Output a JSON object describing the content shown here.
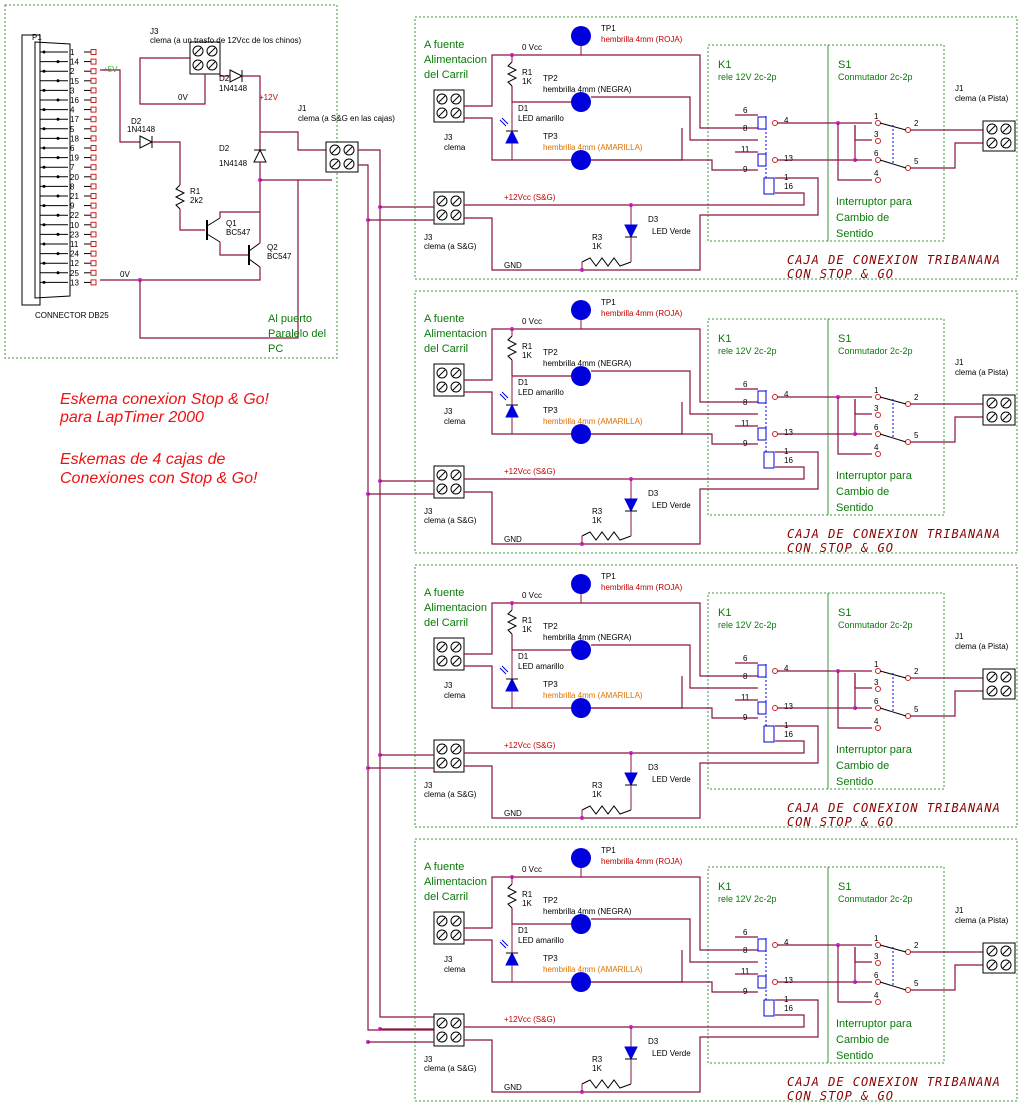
{
  "title": {
    "line1": "Eskema conexion Stop & Go!",
    "line2": "para LapTimer 2000",
    "line3": "Eskemas de 4 cajas de",
    "line4": "Conexiones con Stop & Go!"
  },
  "interface": {
    "p1_label": "P1",
    "connector_label": "CONNECTOR DB25",
    "pins": [
      "1",
      "14",
      "2",
      "15",
      "3",
      "16",
      "4",
      "17",
      "5",
      "18",
      "6",
      "19",
      "7",
      "20",
      "8",
      "21",
      "9",
      "22",
      "10",
      "23",
      "11",
      "24",
      "12",
      "25",
      "13"
    ],
    "plus5": "+5V",
    "zero_v_1": "0V",
    "zero_v_2": "0V",
    "plus12": "+12V",
    "j3_top_label": "J3",
    "j3_top_desc": "clema (a un trasfo de 12Vcc de los chinos)",
    "d2a_label": "D2",
    "d2a_part": "1N4148",
    "d2b_label": "D2",
    "d2b_part": "1N4148",
    "d2c_label": "D2",
    "d2c_part": "1N4148",
    "r1_label": "R1",
    "r1_value": "2k2",
    "q1_label": "Q1",
    "q1_part": "BC547",
    "q2_label": "Q2",
    "q2_part": "BC547",
    "j1_label": "J1",
    "j1_desc": "clema (a S&G en las cajas)",
    "note1": "Al puerto",
    "note2": "Paralelo del",
    "note3": "PC"
  },
  "box": {
    "fuente1": "A fuente",
    "fuente2": "Alimentacion",
    "fuente3": "del Carril",
    "zero_vcc": "0 Vcc",
    "tp1_label": "TP1",
    "tp1_desc": "hembrilla 4mm (ROJA)",
    "tp2_label": "TP2",
    "tp2_desc": "hembrilla 4mm (NEGRA)",
    "tp3_label": "TP3",
    "tp3_desc": "hembrilla 4mm (AMARILLA)",
    "r1_label": "R1",
    "r1_value": "1K",
    "d1_label": "D1",
    "d1_desc": "LED amarillo",
    "j3_label": "J3",
    "j3_desc": "clema",
    "j3b_label": "J3",
    "j3b_desc": "clema (a S&G)",
    "plus12_sg": "+12Vcc (S&G)",
    "gnd": "GND",
    "r3_label": "R3",
    "r3_value": "1K",
    "d3_label": "D3",
    "d3_desc": "LED Verde",
    "k1_label": "K1",
    "k1_desc": "rele 12V 2c-2p",
    "s1_label": "S1",
    "s1_desc": "Conmutador 2c-2p",
    "j1_label": "J1",
    "j1_desc": "clema (a Pista)",
    "relay_pins": [
      "6",
      "8",
      "4",
      "11",
      "9",
      "13",
      "1",
      "16"
    ],
    "switch_pins": [
      "1",
      "2",
      "3",
      "6",
      "5",
      "4"
    ],
    "interruptor1": "Interruptor para",
    "interruptor2": "Cambio de",
    "interruptor3": "Sentido",
    "caja1": "CAJA DE CONEXION TRIBANANA",
    "caja2": "CON STOP & GO"
  },
  "colors": {
    "wire": "#8a1540",
    "box_border": "#3a9a3a",
    "test_point": "#0000dd",
    "title_text": "#ee1111",
    "caja_text": "#8b0000"
  }
}
